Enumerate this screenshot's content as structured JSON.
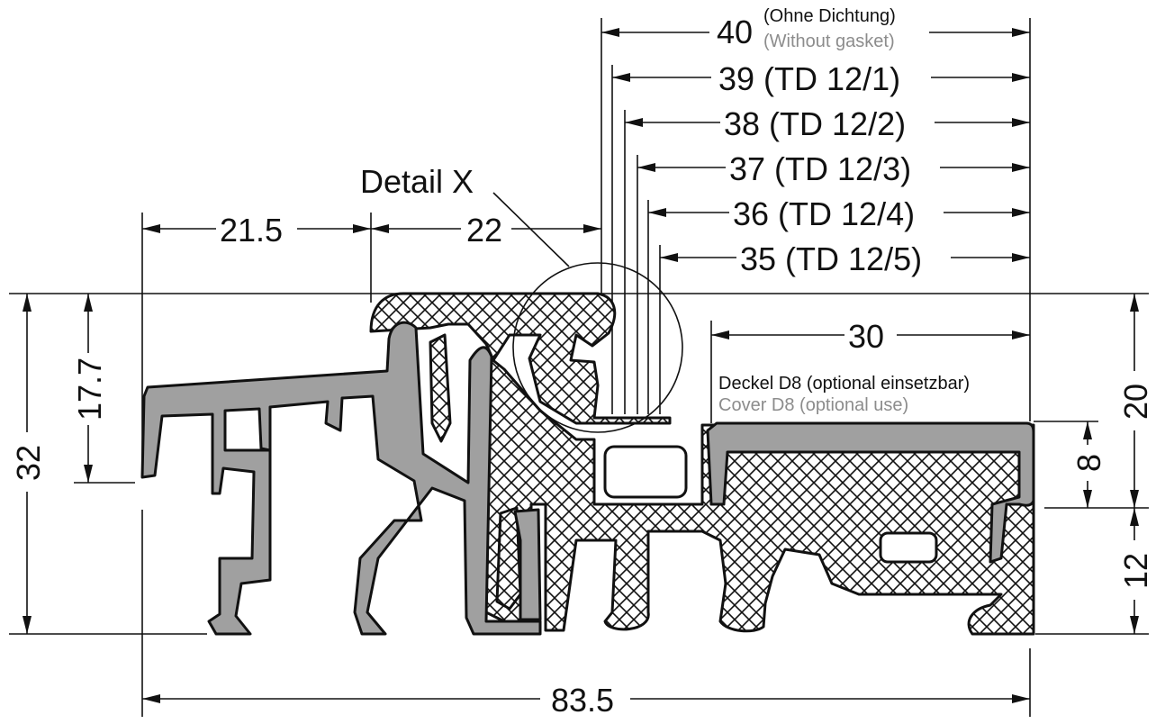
{
  "colors": {
    "line": "#111111",
    "aluminium_fill": "#a0a0a0",
    "gasket_hatch": "#111111",
    "secondary_text": "#8c8c8c",
    "background": "#ffffff"
  },
  "detail_label": "Detail X",
  "top_dimension": {
    "value": "40",
    "note_de": "(Ohne Dichtung)",
    "note_en": "(Without gasket)"
  },
  "gasket_dimensions": [
    "39 (TD 12/1)",
    "38 (TD 12/2)",
    "37 (TD 12/3)",
    "36 (TD 12/4)",
    "35 (TD 12/5)"
  ],
  "left_dimensions": {
    "width_a": "21.5",
    "width_b": "22",
    "height_total": "32",
    "height_inner": "17.7"
  },
  "right_dimensions": {
    "height_upper": "20",
    "height_lower": "12",
    "cover_height": "8",
    "cover_width": "30"
  },
  "bottom_dimension": "83.5",
  "cover_label": {
    "de": "Deckel D8 (optional einsetzbar)",
    "en": "Cover D8 (optional use)"
  }
}
